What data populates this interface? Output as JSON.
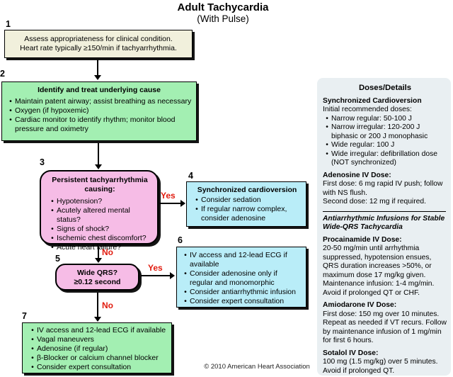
{
  "page": {
    "title": "Adult Tachycardia",
    "subtitle": "(With Pulse)",
    "copyright": "© 2010 American Heart Association"
  },
  "colors": {
    "box_cream": "#F1F0DC",
    "box_green": "#A3EFB2",
    "box_pink": "#F6BCE6",
    "box_blue": "#B9EDF8",
    "sidebar_bg": "#E9EFF2",
    "decision_label_red": "#E11B0E"
  },
  "flow": {
    "step1": {
      "number": "1",
      "line1": "Assess appropriateness for clinical condition.",
      "line2": "Heart rate typically ≥150/min if tachyarrhythmia."
    },
    "step2": {
      "number": "2",
      "heading": "Identify and treat underlying cause",
      "bullets": [
        "Maintain patent airway; assist breathing as necessary",
        "Oxygen (if hypoxemic)",
        "Cardiac monitor to identify rhythm; monitor blood pressure and oximetry"
      ]
    },
    "step3": {
      "number": "3",
      "heading": "Persistent tachyarrhythmia causing:",
      "bullets": [
        "Hypotension?",
        "Acutely altered mental status?",
        "Signs of shock?",
        "Ischemic chest discomfort?",
        "Acute heart failure?"
      ]
    },
    "step4": {
      "number": "4",
      "heading": "Synchronized cardioversion",
      "bullets": [
        "Consider sedation",
        "If regular narrow complex, consider adenosine"
      ]
    },
    "step5": {
      "number": "5",
      "line1": "Wide QRS?",
      "line2": "≥0.12 second"
    },
    "step6": {
      "number": "6",
      "bullets": [
        "IV access and 12-lead ECG if available",
        "Consider adenosine only if regular and monomorphic",
        "Consider antiarrhythmic infusion",
        "Consider expert consultation"
      ]
    },
    "step7": {
      "number": "7",
      "bullets": [
        "IV access and 12-lead ECG if available",
        "Vagal maneuvers",
        "Adenosine (if regular)",
        "β-Blocker or calcium channel blocker",
        "Consider expert consultation"
      ]
    },
    "labels": {
      "yes_to_cardioversion": "Yes",
      "no_to_wide_qrs": "No",
      "yes_to_wide_qrs_actions": "Yes",
      "no_to_narrow_qrs_actions": "No"
    }
  },
  "sidebar": {
    "title": "Doses/Details",
    "synchronized_cardioversion": {
      "heading": "Synchronized Cardioversion",
      "intro": "Initial recommended doses:",
      "bullets": [
        "Narrow regular: 50-100 J",
        "Narrow irregular: 120-200 J biphasic or 200 J monophasic",
        "Wide regular: 100 J",
        "Wide irregular: defibrillation dose (NOT synchronized)"
      ]
    },
    "adenosine": {
      "heading": "Adenosine IV Dose:",
      "para1": "First dose: 6 mg rapid IV push; follow with NS flush.",
      "para2": "Second dose: 12 mg if required."
    },
    "infusions_heading": "Antiarrhythmic Infusions for Stable Wide-QRS Tachycardia",
    "procainamide": {
      "heading": "Procainamide IV Dose:",
      "text": "20-50 mg/min until arrhythmia suppressed, hypotension ensues, QRS duration increases >50%, or maximum dose 17 mg/kg given. Maintenance infusion: 1-4 mg/min. Avoid if prolonged QT or CHF."
    },
    "amiodarone": {
      "heading": "Amiodarone IV Dose:",
      "text": "First dose: 150 mg over 10 minutes. Repeat as needed if VT recurs. Follow by maintenance infusion of 1 mg/min for first 6 hours."
    },
    "sotalol": {
      "heading": "Sotalol IV Dose:",
      "text": "100 mg (1.5 mg/kg) over 5 minutes. Avoid if prolonged QT."
    }
  }
}
